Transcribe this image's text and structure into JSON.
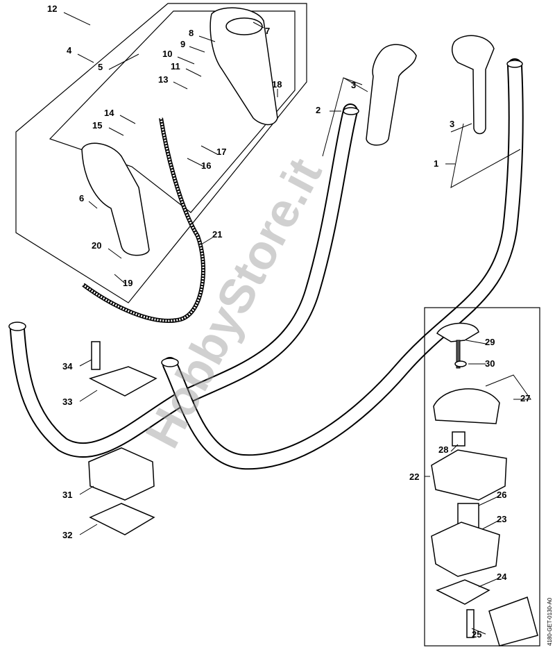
{
  "diagram": {
    "watermark": "HobbyStore.it",
    "drawing_code": "4180-GET-0130-A0",
    "callouts": [
      {
        "id": "c12",
        "text": "12"
      },
      {
        "id": "c4",
        "text": "4"
      },
      {
        "id": "c5",
        "text": "5"
      },
      {
        "id": "c8",
        "text": "8"
      },
      {
        "id": "c7",
        "text": "7"
      },
      {
        "id": "c9",
        "text": "9"
      },
      {
        "id": "c10",
        "text": "10"
      },
      {
        "id": "c11",
        "text": "11"
      },
      {
        "id": "c13",
        "text": "13"
      },
      {
        "id": "c18",
        "text": "18"
      },
      {
        "id": "c14",
        "text": "14"
      },
      {
        "id": "c15",
        "text": "15"
      },
      {
        "id": "c17",
        "text": "17"
      },
      {
        "id": "c16",
        "text": "16"
      },
      {
        "id": "c6",
        "text": "6"
      },
      {
        "id": "c21",
        "text": "21"
      },
      {
        "id": "c20",
        "text": "20"
      },
      {
        "id": "c19",
        "text": "19"
      },
      {
        "id": "c3a",
        "text": "3"
      },
      {
        "id": "c3b",
        "text": "3"
      },
      {
        "id": "c2",
        "text": "2"
      },
      {
        "id": "c1",
        "text": "1"
      },
      {
        "id": "c29",
        "text": "29"
      },
      {
        "id": "c30",
        "text": "30"
      },
      {
        "id": "c27",
        "text": "27"
      },
      {
        "id": "c28",
        "text": "28"
      },
      {
        "id": "c22",
        "text": "22"
      },
      {
        "id": "c26",
        "text": "26"
      },
      {
        "id": "c23",
        "text": "23"
      },
      {
        "id": "c24",
        "text": "24"
      },
      {
        "id": "c25",
        "text": "25"
      },
      {
        "id": "c34",
        "text": "34"
      },
      {
        "id": "c33",
        "text": "33"
      },
      {
        "id": "c31",
        "text": "31"
      },
      {
        "id": "c32",
        "text": "32"
      }
    ]
  }
}
